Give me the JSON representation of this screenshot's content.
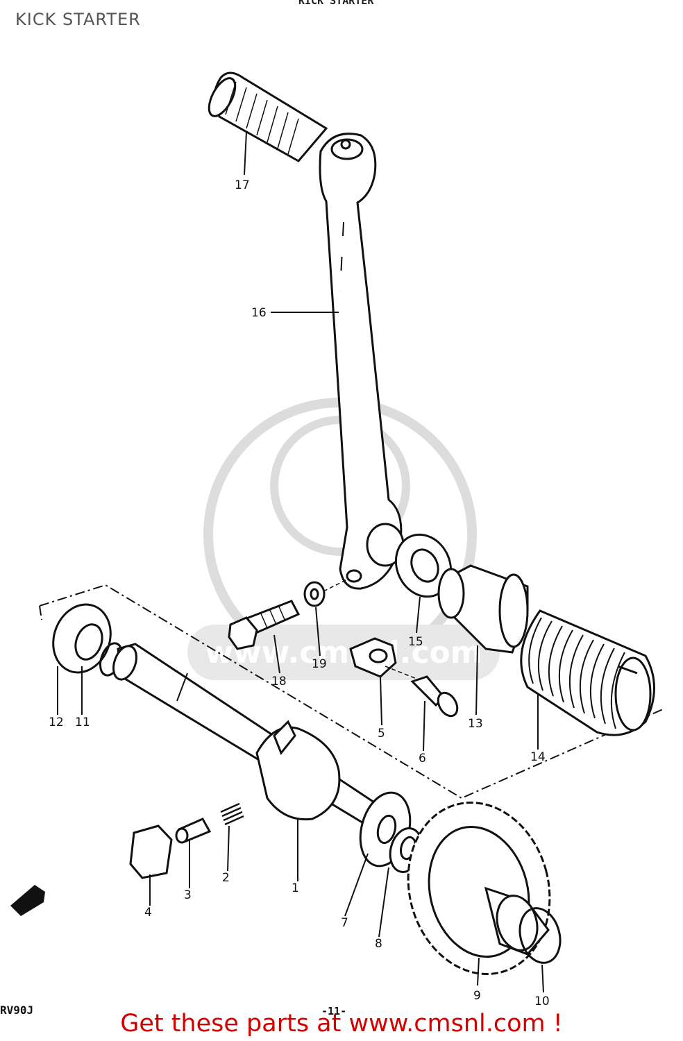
{
  "title": "KICK STARTER",
  "header_ghost": "KICK STARTER",
  "model": "RV90J",
  "page_number": "-11-",
  "watermark": "www.cmsnl.com",
  "promo": "Get these parts at www.cmsnl.com !",
  "colors": {
    "ink": "#111111",
    "title": "#555555",
    "promo": "#d40000",
    "watermark": "#d9d9d9"
  },
  "parts": [
    {
      "n": "1"
    },
    {
      "n": "2"
    },
    {
      "n": "3"
    },
    {
      "n": "4"
    },
    {
      "n": "5"
    },
    {
      "n": "6"
    },
    {
      "n": "7"
    },
    {
      "n": "8"
    },
    {
      "n": "9"
    },
    {
      "n": "10"
    },
    {
      "n": "11"
    },
    {
      "n": "12"
    },
    {
      "n": "13"
    },
    {
      "n": "14"
    },
    {
      "n": "15"
    },
    {
      "n": "16"
    },
    {
      "n": "17"
    },
    {
      "n": "18"
    },
    {
      "n": "19"
    }
  ]
}
